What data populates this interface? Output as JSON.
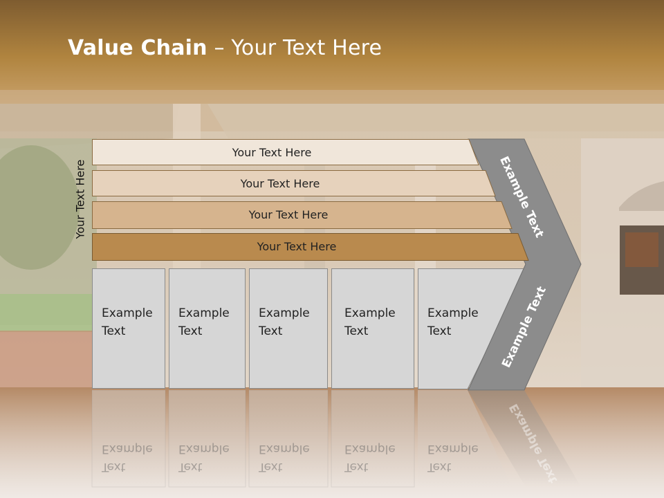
{
  "title": {
    "bold": "Value Chain",
    "rest": " – Your Text Here"
  },
  "side_label": "Your Text Here",
  "bars": [
    {
      "label": "Your Text Here",
      "fill": "#f0e6da"
    },
    {
      "label": "Your Text Here",
      "fill": "#e6d2bc"
    },
    {
      "label": "Your Text Here",
      "fill": "#d6b48e"
    },
    {
      "label": "Your Text Here",
      "fill": "#b98a4e"
    }
  ],
  "boxes": [
    {
      "line1": "Example",
      "line2": "Text"
    },
    {
      "line1": "Example",
      "line2": "Text"
    },
    {
      "line1": "Example",
      "line2": "Text"
    },
    {
      "line1": "Example",
      "line2": "Text"
    },
    {
      "line1": "Example",
      "line2": "Text"
    }
  ],
  "chevron": {
    "top_label": "Example Text",
    "bottom_label": "Example Text",
    "fill": "#8c8c8c"
  },
  "colors": {
    "header_brown": "#a8793f",
    "bar_border": "#8a6a40"
  }
}
